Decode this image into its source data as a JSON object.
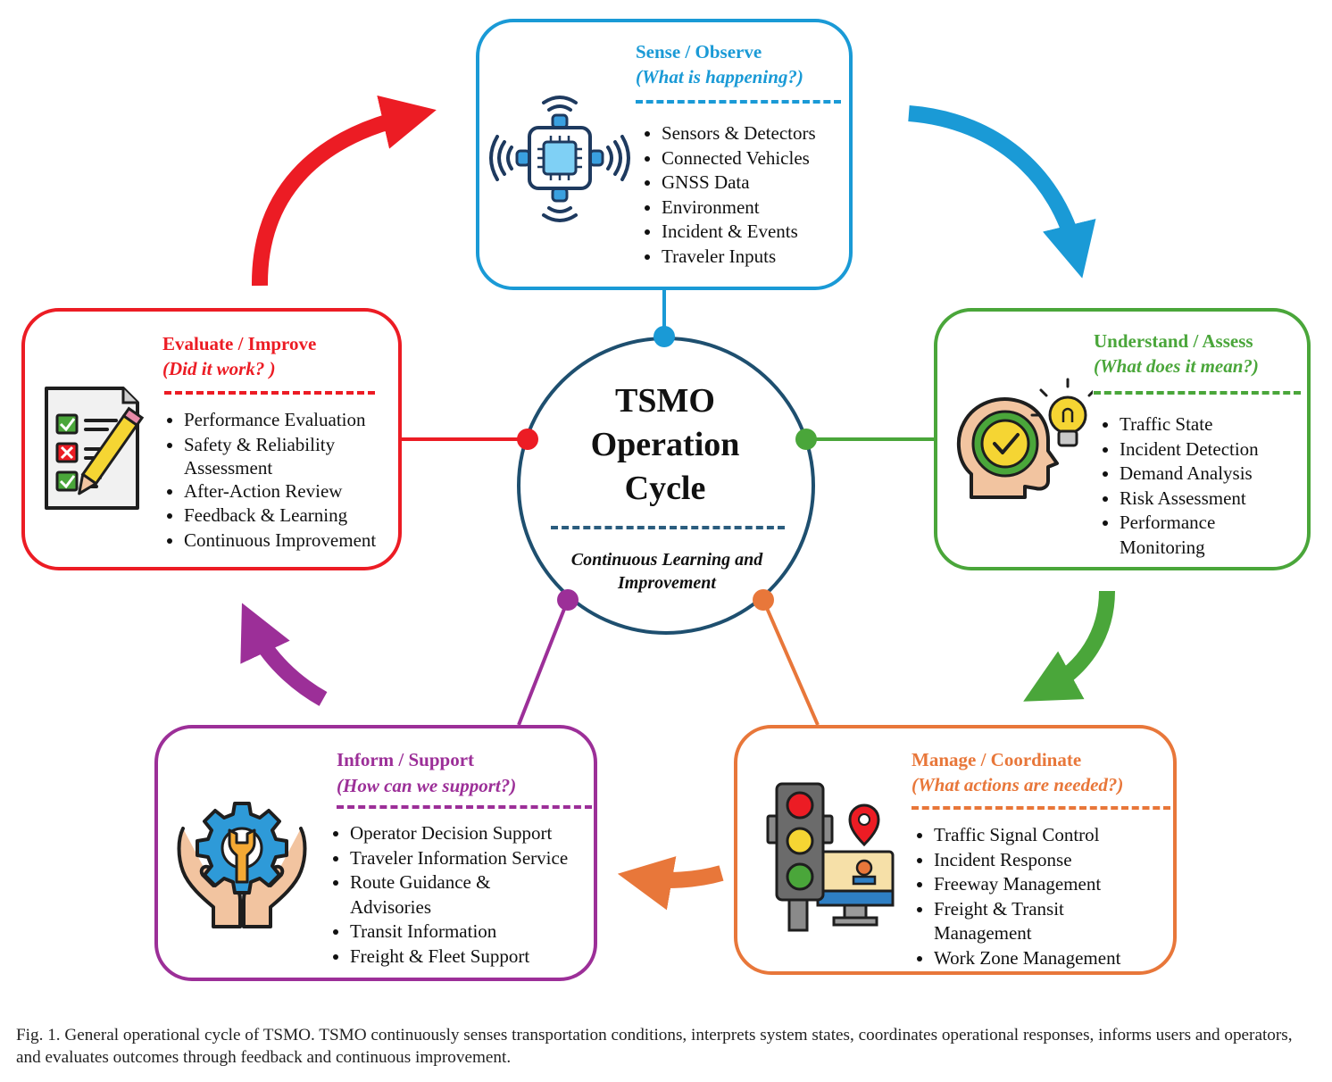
{
  "center": {
    "title_lines": [
      "TSMO",
      "Operation",
      "Cycle"
    ],
    "subtitle_lines": [
      "Continuous Learning and",
      "Improvement"
    ],
    "ring_color": "#1e4f6f"
  },
  "stages": {
    "sense": {
      "title": "Sense / Observe",
      "question": "(What is happening?)",
      "color": "#1a9ad6",
      "icon": "iot-chip-signal-icon",
      "items": [
        "Sensors & Detectors",
        "Connected Vehicles",
        "GNSS Data",
        "Environment",
        "Incident & Events",
        "Traveler Inputs"
      ]
    },
    "understand": {
      "title": "Understand / Assess",
      "question": "(What does it mean?)",
      "color": "#4aa63a",
      "icon": "head-lightbulb-icon",
      "items": [
        "Traffic State",
        "Incident Detection",
        "Demand Analysis",
        "Risk Assessment",
        "Performance Monitoring"
      ]
    },
    "manage": {
      "title": "Manage / Coordinate",
      "question": "(What actions are needed?)",
      "color": "#e8773a",
      "icon": "traffic-light-monitor-icon",
      "items": [
        "Traffic Signal Control",
        "Incident Response",
        "Freeway Management",
        "Freight & Transit Management",
        "Work Zone Management"
      ]
    },
    "inform": {
      "title": "Inform / Support",
      "question": "(How can we support?)",
      "color": "#9c2f98",
      "icon": "hands-gear-wrench-icon",
      "items": [
        "Operator Decision Support",
        "Traveler Information Service",
        "Route Guidance & Advisories",
        "Transit Information",
        "Freight & Fleet Support"
      ]
    },
    "evaluate": {
      "title": "Evaluate / Improve",
      "question": "(Did it work? )",
      "color": "#ec1c24",
      "icon": "checklist-pencil-icon",
      "items": [
        "Performance Evaluation",
        "Safety & Reliability Assessment",
        "After-Action Review",
        "Feedback & Learning",
        "Continuous Improvement"
      ]
    }
  },
  "caption": "Fig. 1.  General operational cycle of TSMO. TSMO continuously senses transportation conditions, interprets system states, coordinates operational responses, informs users and operators, and evaluates outcomes through feedback and continuous improvement."
}
